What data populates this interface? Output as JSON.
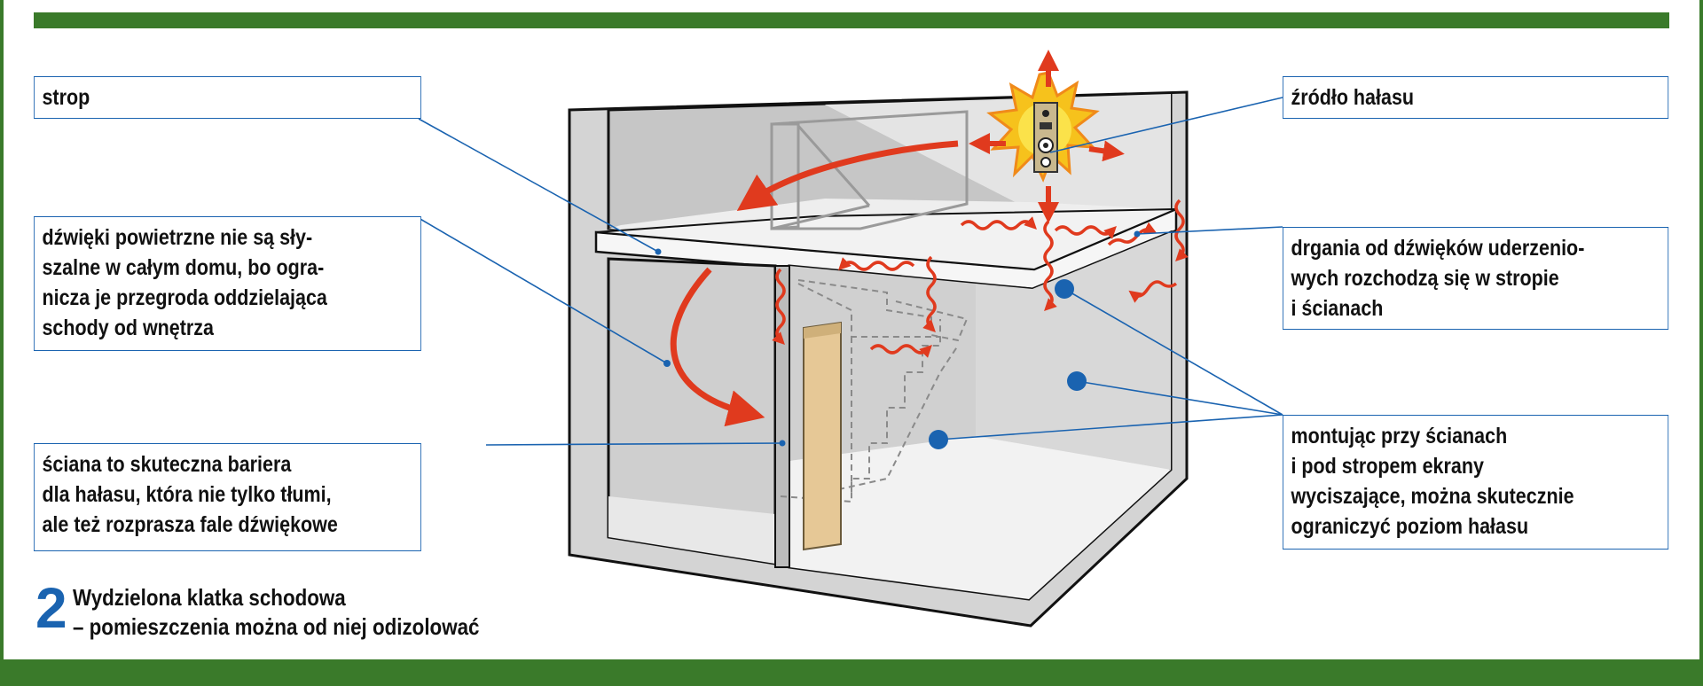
{
  "labels": {
    "ceiling": "strop",
    "airborne": [
      "dźwięki powietrzne nie są sły-",
      "szalne w całym domu, bo ogra-",
      "nicza je przegroda oddzielająca",
      "schody od wnętrza"
    ],
    "wall": [
      "ściana to skuteczna bariera",
      "dla hałasu, która nie tylko tłumi,",
      "ale też rozprasza fale dźwiękowe"
    ],
    "noise_source": "źródło hałasu",
    "vibration": [
      "drgania od dźwięków uderzenio-",
      "wych rozchodzą się w stropie",
      "i ścianach"
    ],
    "mounting": [
      "montując przy ścianach",
      "i pod stropem ekrany",
      "wyciszające, można skutecznie",
      "ograniczyć poziom hałasu"
    ]
  },
  "caption": {
    "number": "2",
    "line1": "Wydzielona klatka schodowa",
    "line2": "– pomieszczenia można od niej odizolować"
  },
  "colors": {
    "frame_green": "#3a7a2a",
    "leader_blue": "#1a63b0",
    "arrow_red": "#e03a1e",
    "wall_grey": "#d0d0d0",
    "door": "#e6c896"
  }
}
